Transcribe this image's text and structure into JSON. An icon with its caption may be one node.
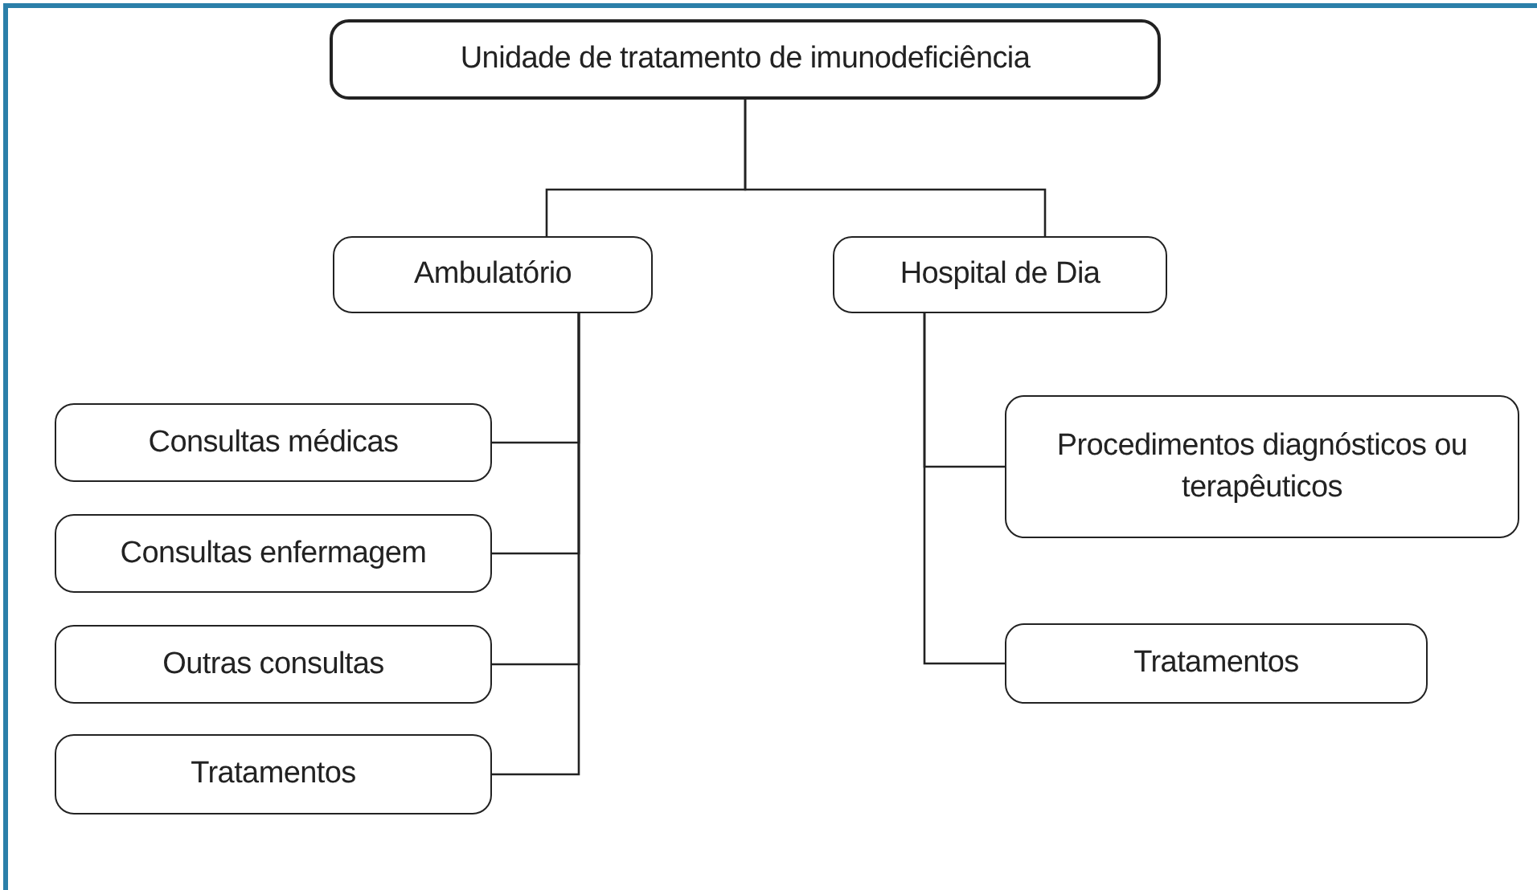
{
  "diagram": {
    "nodes": [
      {
        "text": [
          "Unidade de tratamento de imunodeficiência"
        ]
      },
      {
        "text": [
          "Ambulatório"
        ]
      },
      {
        "text": [
          "Hospital de Dia"
        ]
      },
      {
        "text": [
          "Consultas médicas"
        ]
      },
      {
        "text": [
          "Consultas enfermagem"
        ]
      },
      {
        "text": [
          "Outras consultas"
        ]
      },
      {
        "text": [
          "Tratamentos"
        ]
      },
      {
        "text": [
          "Procedimentos diagnósticos ou terapêuticos"
        ]
      },
      {
        "text": [
          "Tratamentos"
        ]
      }
    ],
    "edges": [
      {
        "from": 0,
        "to": 1,
        "arrow": "none"
      },
      {
        "from": 0,
        "to": 2,
        "arrow": "none"
      },
      {
        "from": 1,
        "to": 3,
        "arrow": "none"
      },
      {
        "from": 1,
        "to": 4,
        "arrow": "none"
      },
      {
        "from": 1,
        "to": 5,
        "arrow": "none"
      },
      {
        "from": 1,
        "to": 6,
        "arrow": "none"
      },
      {
        "from": 2,
        "to": 7,
        "arrow": "none"
      },
      {
        "from": 2,
        "to": 8,
        "arrow": "none"
      }
    ]
  }
}
